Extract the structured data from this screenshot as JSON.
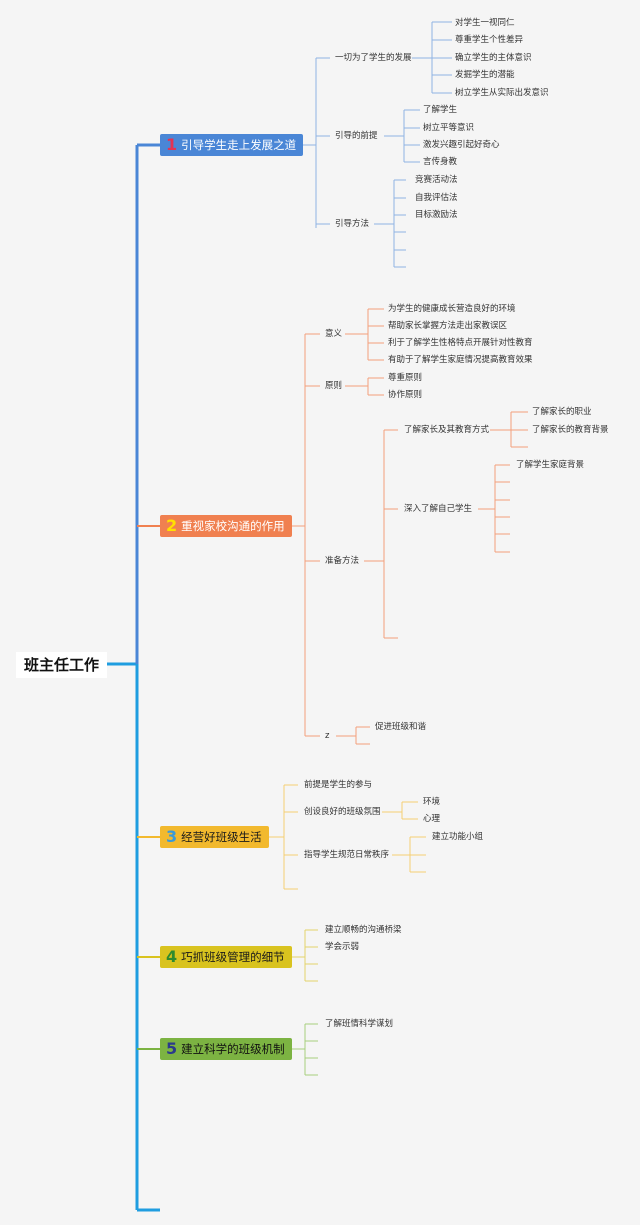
{
  "root": "班主任工作",
  "branches": [
    {
      "num": "1",
      "label": "引导学生走上发展之道",
      "color": "#4a86d6",
      "children": [
        {
          "label": "一切为了学生的发展",
          "children": [
            "对学生一视同仁",
            "尊重学生个性差异",
            "确立学生的主体意识",
            "发掘学生的潜能",
            "树立学生从实际出发意识"
          ]
        },
        {
          "label": "引导的前提",
          "children": [
            "了解学生",
            "树立平等意识",
            "激发兴趣引起好奇心",
            "言传身教"
          ]
        },
        {
          "label": "引导方法",
          "children": [
            "竞赛活动法",
            "自我评估法",
            "目标激励法"
          ]
        }
      ]
    },
    {
      "num": "2",
      "label": "重视家校沟通的作用",
      "color": "#f08050",
      "children": [
        {
          "label": "意义",
          "children": [
            "为学生的健康成长营造良好的环境",
            "帮助家长掌握方法走出家教误区",
            "利于了解学生性格特点开展针对性教育",
            "有助于了解学生家庭情况提高教育效果"
          ]
        },
        {
          "label": "原则",
          "children": [
            "尊重原则",
            "协作原则"
          ]
        },
        {
          "label": "准备方法",
          "children": [
            {
              "label": "了解家长及其教育方式",
              "children": [
                "了解家长的职业",
                "了解家长的教育背景"
              ]
            },
            {
              "label": "深入了解自己学生",
              "children": [
                "了解学生家庭背景"
              ]
            }
          ]
        },
        {
          "label": "z",
          "children": [
            "促进班级和谐"
          ]
        }
      ]
    },
    {
      "num": "3",
      "label": "经营好班级生活",
      "color": "#f2b92e",
      "children": [
        {
          "label": "前提是学生的参与"
        },
        {
          "label": "创设良好的班级氛围",
          "children": [
            "环境",
            "心理"
          ]
        },
        {
          "label": "指导学生规范日常秩序",
          "children": [
            "建立功能小组"
          ]
        }
      ]
    },
    {
      "num": "4",
      "label": "巧抓班级管理的细节",
      "color": "#d9c31f",
      "children": [
        "建立顺畅的沟通桥梁",
        "学会示弱"
      ]
    },
    {
      "num": "5",
      "label": "建立科学的班级机制",
      "color": "#7cb342",
      "children": [
        "了解班情科学谋划"
      ]
    }
  ]
}
